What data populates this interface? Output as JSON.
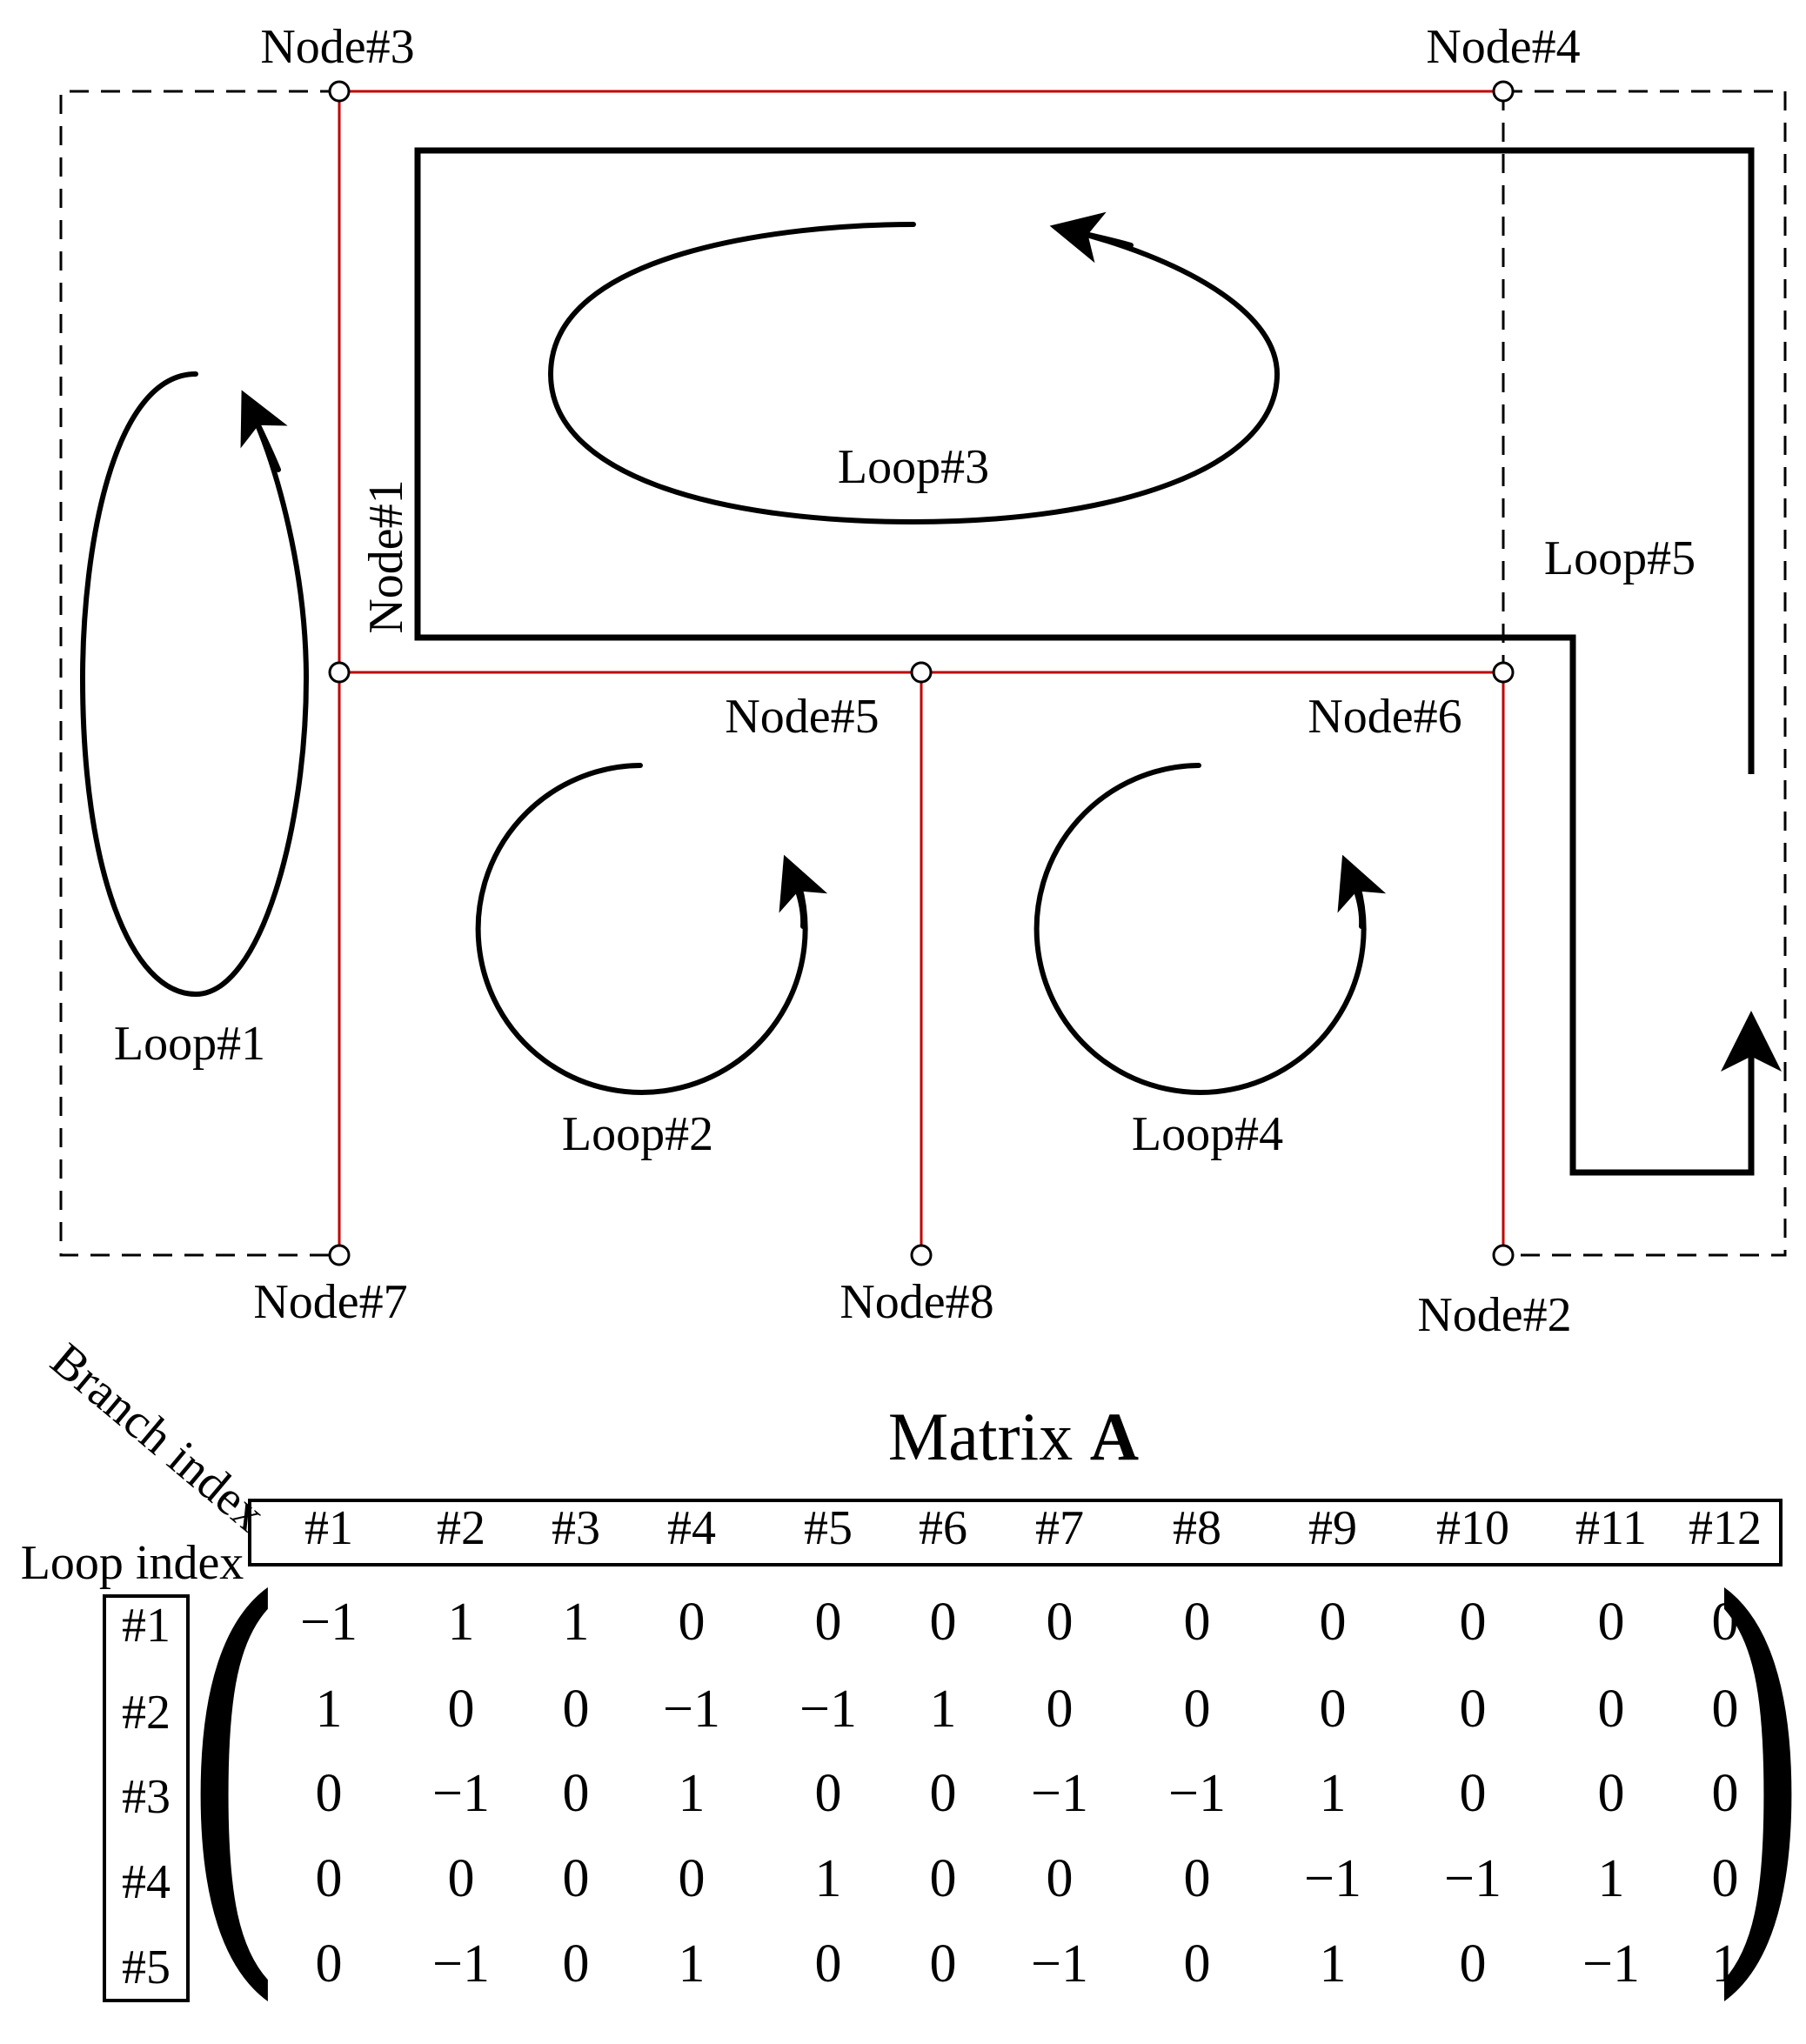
{
  "colors": {
    "branch": "#c00000",
    "line": "#000000",
    "background": "#ffffff"
  },
  "nodes": [
    {
      "id": "node-3",
      "label": "Node#3"
    },
    {
      "id": "node-4",
      "label": "Node#4"
    },
    {
      "id": "node-1",
      "label": "Node#1"
    },
    {
      "id": "node-5",
      "label": "Node#5"
    },
    {
      "id": "node-6",
      "label": "Node#6"
    },
    {
      "id": "node-7",
      "label": "Node#7"
    },
    {
      "id": "node-8",
      "label": "Node#8"
    },
    {
      "id": "node-2",
      "label": "Node#2"
    }
  ],
  "loops": [
    {
      "id": "loop-1",
      "label": "Loop#1"
    },
    {
      "id": "loop-2",
      "label": "Loop#2"
    },
    {
      "id": "loop-3",
      "label": "Loop#3"
    },
    {
      "id": "loop-4",
      "label": "Loop#4"
    },
    {
      "id": "loop-5",
      "label": "Loop#5"
    }
  ],
  "matrix": {
    "title_prefix": "Matrix",
    "title_bold": "A",
    "branch_axis_label": "Branch index",
    "loop_axis_label": "Loop index",
    "branch_headers": [
      "#1",
      "#2",
      "#3",
      "#4",
      "#5",
      "#6",
      "#7",
      "#8",
      "#9",
      "#10",
      "#11",
      "#12"
    ],
    "loop_headers": [
      "#1",
      "#2",
      "#3",
      "#4",
      "#5"
    ],
    "rows": [
      [
        "−1",
        "1",
        "1",
        "0",
        "0",
        "0",
        "0",
        "0",
        "0",
        "0",
        "0",
        "0"
      ],
      [
        "1",
        "0",
        "0",
        "−1",
        "−1",
        "1",
        "0",
        "0",
        "0",
        "0",
        "0",
        "0"
      ],
      [
        "0",
        "−1",
        "0",
        "1",
        "0",
        "0",
        "−1",
        "−1",
        "1",
        "0",
        "0",
        "0"
      ],
      [
        "0",
        "0",
        "0",
        "0",
        "1",
        "0",
        "0",
        "0",
        "−1",
        "−1",
        "1",
        "0"
      ],
      [
        "0",
        "−1",
        "0",
        "1",
        "0",
        "0",
        "−1",
        "0",
        "1",
        "0",
        "−1",
        "1"
      ]
    ],
    "left_paren": "(",
    "right_paren": ")"
  }
}
